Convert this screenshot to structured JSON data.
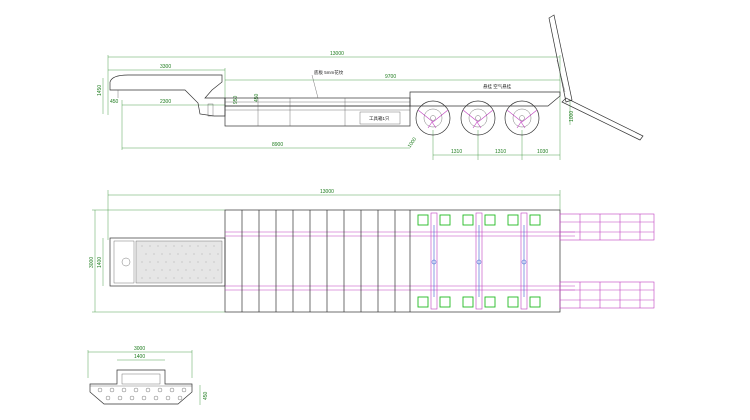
{
  "side_view": {
    "dims": {
      "overall_length": "13000",
      "gooseneck_length": "3300",
      "deck_length": "9700",
      "height_left": "1450",
      "gooseneck_height": "950",
      "kingpin_offset": "450",
      "front_to_leg": "2300",
      "wheelbase_ref": "8900",
      "axle_spacing_1": "1310",
      "axle_spacing_2": "1310",
      "rear_overhang": "1030",
      "ramp_height": "1000",
      "deck_height": "450",
      "tire_diameter": "1000"
    },
    "notes": {
      "floor_note": "底板 5mm花纹",
      "suspension_note": "悬挂 空气悬挂",
      "toolbox_note": "工具箱1只"
    }
  },
  "top_view": {
    "dims": {
      "overall_length": "13000",
      "overall_width": "3000",
      "gooseneck_width": "1400"
    }
  },
  "end_view": {
    "dims": {
      "overall_width": "3000",
      "inner_width": "1400",
      "height": "450"
    }
  },
  "colors": {
    "outline": "#333333",
    "dimension": "#2a8a2a",
    "suspension": "#22bb22",
    "ramp": "#c040c0",
    "hydraulic": "#3a5fd0"
  }
}
